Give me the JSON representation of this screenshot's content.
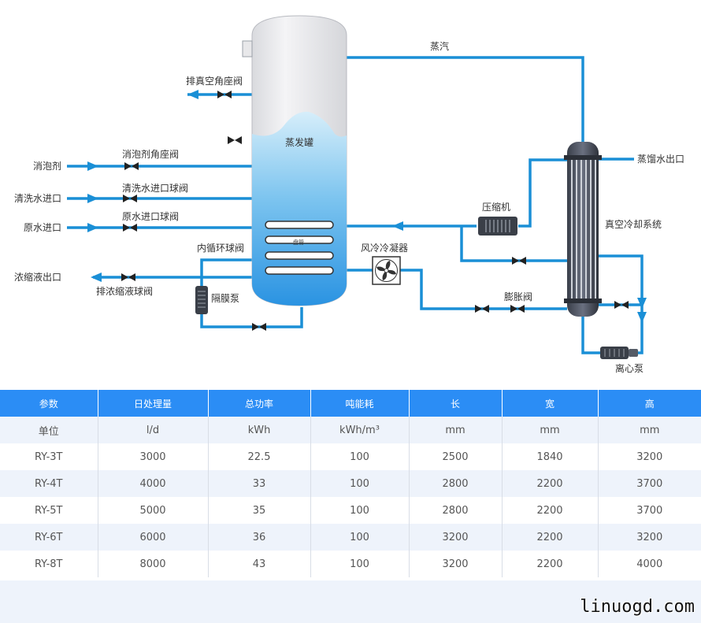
{
  "diagram": {
    "colors": {
      "pipe": "#1a8fd6",
      "valve": "#222222",
      "tank_body": "#e9eaee",
      "liquid_top": "#cfe9f7",
      "liquid_bottom": "#1d8fe0"
    },
    "labels": {
      "vent_valve": "排真空角座阀",
      "tank": "蒸发罐",
      "coil": "盘管",
      "steam": "蒸汽",
      "distilled_outlet": "蒸馏水出口",
      "vacuum_cooling": "真空冷却系统",
      "compressor": "压缩机",
      "condenser": "风冷冷凝器",
      "expansion_valve": "膨胀阀",
      "centrifugal_pump": "离心泵",
      "defoamer": "消泡剂",
      "defoamer_valve": "消泡剂角座阀",
      "wash_inlet": "清洗水进口",
      "wash_valve": "清洗水进口球阀",
      "raw_inlet": "原水进口",
      "raw_valve": "原水进口球阀",
      "concentrate_outlet": "浓缩液出口",
      "concentrate_valve": "排浓缩液球阀",
      "circulation_valve": "内循环球阀",
      "diaphragm_pump": "隔膜泵"
    }
  },
  "table": {
    "headers": [
      "参数",
      "日处理量",
      "总功率",
      "吨能耗",
      "长",
      "宽",
      "高"
    ],
    "rows": [
      [
        "单位",
        "l/d",
        "kWh",
        "kWh/m³",
        "mm",
        "mm",
        "mm"
      ],
      [
        "RY-3T",
        "3000",
        "22.5",
        "100",
        "2500",
        "1840",
        "3200"
      ],
      [
        "RY-4T",
        "4000",
        "33",
        "100",
        "2800",
        "2200",
        "3700"
      ],
      [
        "RY-5T",
        "5000",
        "35",
        "100",
        "2800",
        "2200",
        "3700"
      ],
      [
        "RY-6T",
        "6000",
        "36",
        "100",
        "3200",
        "2200",
        "3200"
      ],
      [
        "RY-8T",
        "8000",
        "43",
        "100",
        "3200",
        "2200",
        "4000"
      ]
    ]
  },
  "watermark": "linuogd.com"
}
